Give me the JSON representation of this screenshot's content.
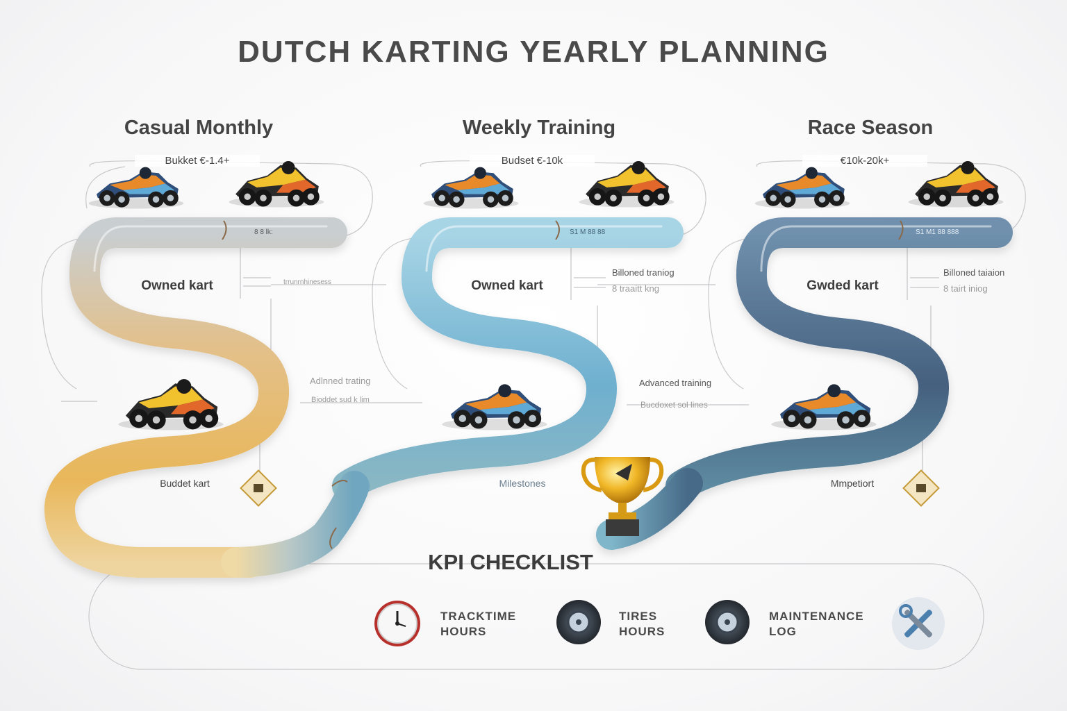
{
  "title": "DUTCH KARTING YEARLY PLANNING",
  "plans": [
    {
      "title": "Casual Monthly",
      "budget": "Bukket €-1.4+",
      "bar_label": "8 8 lk:",
      "kart_label": "Owned kart",
      "side_note": "trrunrnhinesess",
      "mid_note_1": "Adlnned trating",
      "mid_note_2": "Bioddet sud k lim",
      "milestone": "Buddet kart",
      "color_top": "#c8cdd0",
      "color_bottom": "#e7b85c"
    },
    {
      "title": "Weekly Training",
      "budget": "Budset €-10k",
      "bar_label": "S1 M 88 88",
      "kart_label": "Owned kart",
      "side_note_1": "Billoned traniog",
      "side_note_2": "8 traaitt kng",
      "mid_note_1": "Advanced training",
      "mid_note_2": "Bucdoxet sol lines",
      "milestone": "Milestones",
      "color_top": "#a9d3e3",
      "color_bottom": "#6aa8c8"
    },
    {
      "title": "Race Season",
      "budget": "€10k-20k+",
      "bar_label": "S1 M1 88 888",
      "kart_label": "Gwded kart",
      "side_note_1": "Billoned taiaion",
      "side_note_2": "8 tairt iniog",
      "milestone": "Mmpetiort",
      "color_top": "#5f7f9f",
      "color_bottom": "#3d5a7a"
    }
  ],
  "kpi": {
    "title": "KPI CHECKLIST",
    "items": [
      {
        "line1": "TRACKTIME",
        "line2": "HOURS",
        "icon": "clock-icon"
      },
      {
        "line1": "TIRES",
        "line2": "HOURS",
        "icon": "tire-icon"
      },
      {
        "line1": "MAINTENANCE",
        "line2": "LOG",
        "icon": "tire-icon"
      }
    ],
    "extra_icon": "wrench-icon"
  },
  "trophy_icon": "trophy-icon",
  "accent_gold": "#e8a91a"
}
